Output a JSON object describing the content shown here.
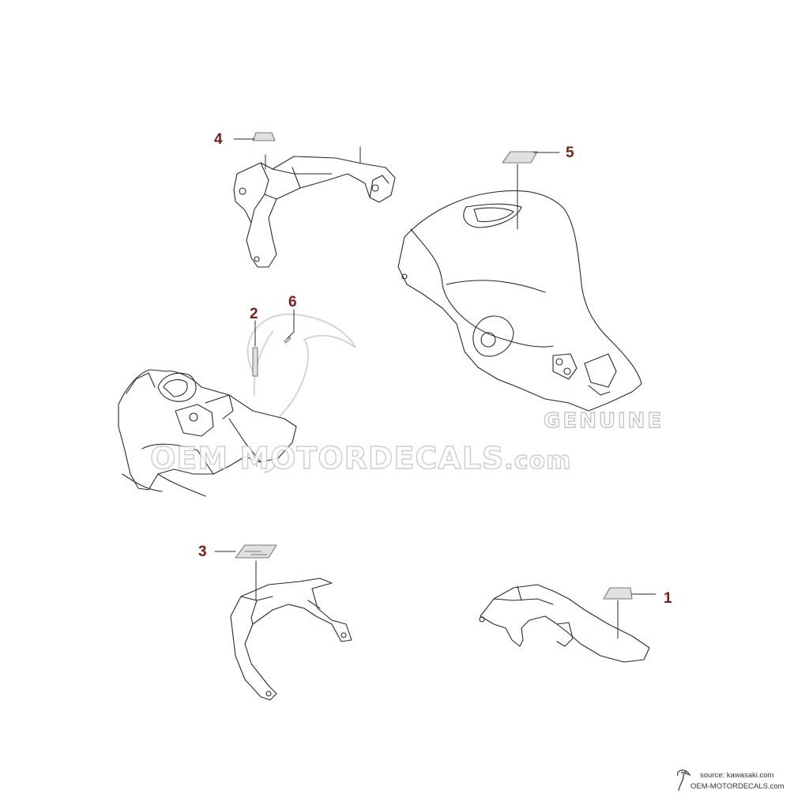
{
  "diagram": {
    "callouts": [
      {
        "label": "4"
      },
      {
        "label": "5"
      },
      {
        "label": "2"
      },
      {
        "label": "6"
      },
      {
        "label": "3"
      },
      {
        "label": "1"
      }
    ],
    "callout_color": "#7a1f17",
    "line_color": "#2a2a2a"
  },
  "watermark": {
    "genuine": "GENUINE",
    "brand": "OEM MOTORDECALS",
    "suffix": ".com"
  },
  "source": {
    "line1": "source: kawasaki.com",
    "line2": "OEM-MOTORDECALS.com"
  }
}
